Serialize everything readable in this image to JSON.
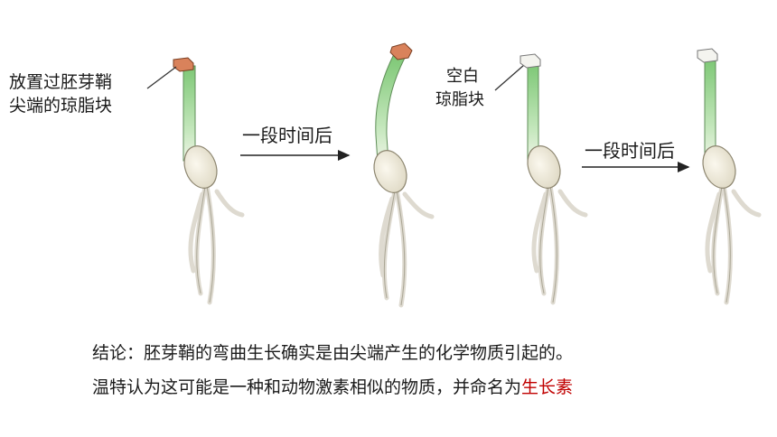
{
  "labels": {
    "agar_with_tip": [
      "放置过胚芽鞘",
      "尖端的琼脂块"
    ],
    "blank_agar": [
      "空白",
      "琼脂块"
    ],
    "after_time_1": "一段时间后",
    "after_time_2": "一段时间后"
  },
  "conclusion": {
    "line1": "结论：胚芽鞘的弯曲生长确实是由尖端产生的化学物质引起的。",
    "line2_prefix": "温特认为这可能是一种和动物激素相似的物质，并命名为",
    "line2_highlight": "生长素"
  },
  "colors": {
    "highlight": "#c00000",
    "treated_agar": "#d9825b",
    "blank_agar": "#f4f4ef",
    "stem": "#9fd49a"
  }
}
